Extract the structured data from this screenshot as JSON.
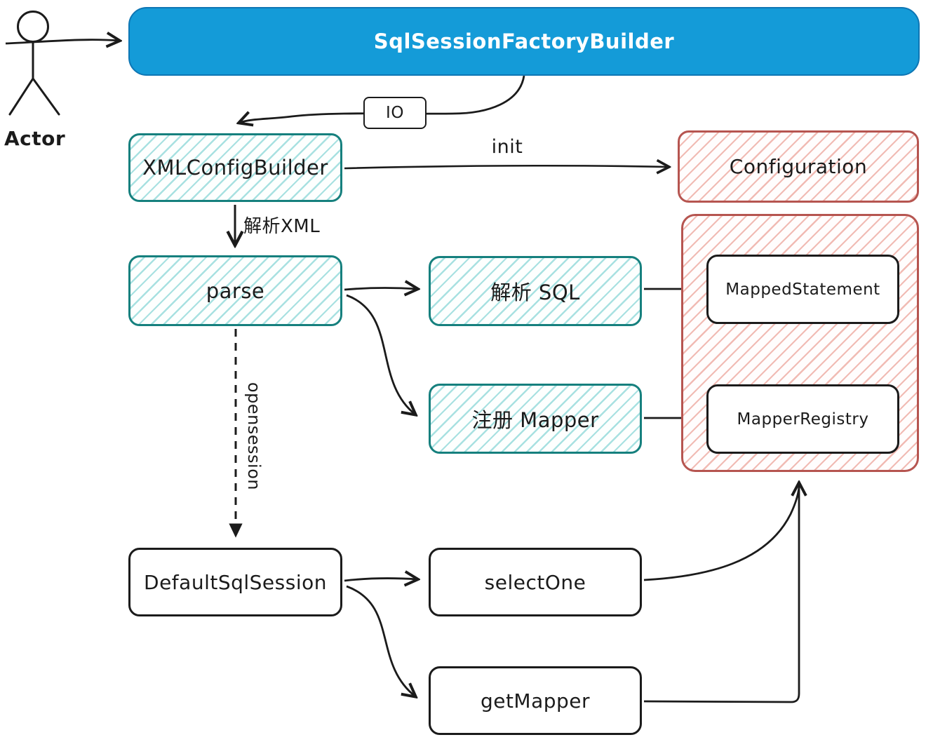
{
  "actor": {
    "label": "Actor"
  },
  "nodes": {
    "sqlSessionFactoryBuilder": {
      "label": "SqlSessionFactoryBuilder"
    },
    "io": {
      "label": "IO"
    },
    "xmlConfigBuilder": {
      "label": "XMLConfigBuilder"
    },
    "configuration": {
      "label": "Configuration"
    },
    "parse": {
      "label": "parse"
    },
    "parseSql": {
      "label": "解析 SQL"
    },
    "registerMapper": {
      "label": "注册 Mapper"
    },
    "mappedStatement": {
      "label": "MappedStatement"
    },
    "mapperRegistry": {
      "label": "MapperRegistry"
    },
    "defaultSqlSession": {
      "label": "DefaultSqlSession"
    },
    "selectOne": {
      "label": "selectOne"
    },
    "getMapper": {
      "label": "getMapper"
    }
  },
  "edge_labels": {
    "init": "init",
    "parse_xml": "解析XML",
    "opensession": "opensession"
  },
  "colors": {
    "blue-fill": "#149BD8",
    "blue-border": "#0E76B4",
    "teal-border": "#16807E",
    "teal-hatch": "#A8E1E1",
    "red-border": "#B65550",
    "red-hatch": "#F1BBB4",
    "ink": "#1b1b1b"
  }
}
